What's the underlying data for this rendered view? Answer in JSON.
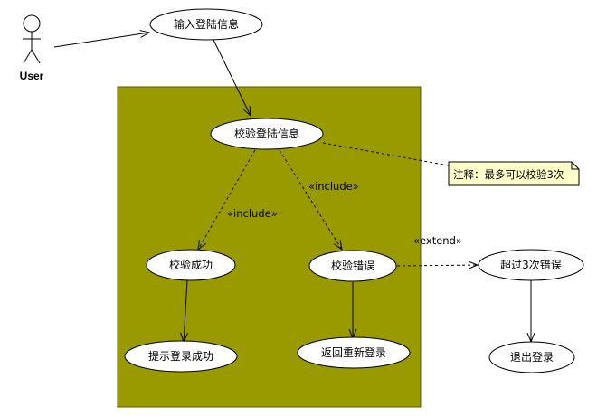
{
  "actor": {
    "name": "User"
  },
  "use_cases": {
    "input_login": "输入登陆信息",
    "verify_login": "校验登陆信息",
    "verify_success": "校验成功",
    "verify_error": "校验错误",
    "prompt_success": "提示登录成功",
    "return_relogin": "返回重新登录",
    "over_three_errors": "超过3次错误",
    "exit_login": "退出登录"
  },
  "relations": {
    "include_left": "«include»",
    "include_right": "«include»",
    "extend": "«extend»"
  },
  "note": {
    "text": "注释：最多可以校验3次"
  },
  "colors": {
    "boundary_fill": "#999900",
    "note_fill": "#ffffcc",
    "usecase_fill": "#ffffff",
    "stroke": "#000000"
  }
}
